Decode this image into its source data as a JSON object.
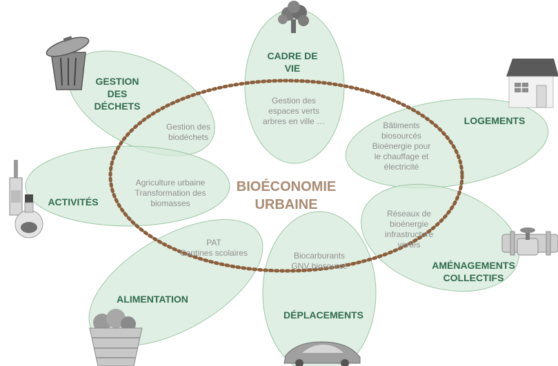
{
  "center": {
    "title": "BIOÉCONOMIE\nURBAINE"
  },
  "sectors": {
    "dechets": {
      "label": "GESTION\nDES\nDÉCHETS",
      "detail": "Gestion des\nbiodéchets",
      "icon": "trash-bin-icon"
    },
    "cadre": {
      "label": "CADRE DE\nVIE",
      "detail": "Gestion des\nespaces verts\narbres en ville …",
      "icon": "tree-icon"
    },
    "logements": {
      "label": "LOGEMENTS",
      "detail": "Bâtiments\nbiosourcés\nBioénergie pour\nle chauffage et\nélectricité",
      "icon": "house-icon"
    },
    "activites": {
      "label": "ACTIVITÉS",
      "detail": "Agriculture urbaine\nTransformation des\nbiomasses",
      "icon": "bottles-icon"
    },
    "amenagements": {
      "label": "AMÉNAGEMENTS\nCOLLECTIFS",
      "detail": "Réseaux de\nbioénergie\ninfrastructure\nvertes",
      "icon": "pipe-valve-icon"
    },
    "alimentation": {
      "label": "ALIMENTATION",
      "detail": "PAT\nCantines scolaires",
      "icon": "vegetable-basket-icon"
    },
    "deplacements": {
      "label": "DÉPLACEMENTS",
      "detail": "Biocarburants\nGNV biosourcé",
      "icon": "car-icon"
    }
  },
  "colors": {
    "petal_fill": "#d6ead9",
    "petal_stroke": "#9cc7a6",
    "label_green": "#2f6b4e",
    "dotted_ellipse": "#8b5e3c",
    "center_text": "#a98b72",
    "detail_text": "#8e8e8e"
  }
}
